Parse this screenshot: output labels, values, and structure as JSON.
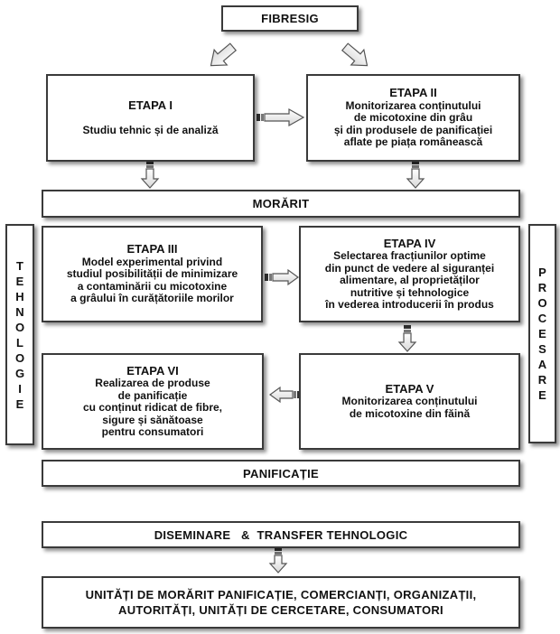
{
  "top": {
    "title": "FIBRESIG"
  },
  "etapa1": {
    "header": "ETAPA I",
    "text": "Studiu tehnic și de analiză"
  },
  "etapa2": {
    "header": "ETAPA II",
    "text": "Monitorizarea conținutului\nde micotoxine din grâu\nși din produsele de panificației\naflate pe piața românească"
  },
  "band_morarit": "MORĂRIT",
  "etapa3": {
    "header": "ETAPA III",
    "text": "Model experimental  privind\nstudiul posibilității de minimizare\na contaminării cu micotoxine\na grâului în curățătoriile morilor"
  },
  "etapa4": {
    "header": "ETAPA IV",
    "text": "Selectarea fracțiunilor  optime\ndin punct de vedere  al siguranței\nalimentare, al proprietăților\nnutritive și tehnologice\nîn vederea introducerii în produs"
  },
  "etapa5": {
    "header": "ETAPA V",
    "text": "Monitorizarea conținutului\nde micotoxine din făină"
  },
  "etapa6": {
    "header": "ETAPA VI",
    "text": "Realizarea de produse\nde panificație\ncu conținut ridicat de fibre,\nsigure și sănătoase\npentru consumatori"
  },
  "side_left": [
    "T",
    "E",
    "H",
    "N",
    "O",
    "L",
    "O",
    "G",
    "I",
    "E"
  ],
  "side_right": [
    "P",
    "R",
    "O",
    "C",
    "E",
    "S",
    "A",
    "R",
    "E"
  ],
  "band_panificatie": "PANIFICAȚIE",
  "band_diseminare": "DISEMINARE   &  TRANSFER TEHNOLOGIC",
  "bottom": {
    "line1": "UNITĂȚI DE MORĂRIT PANIFICAȚIE, COMERCIANȚI, ORGANIZAȚII,",
    "line2": "AUTORITĂȚI, UNITĂȚI DE CERCETARE, CONSUMATORI"
  },
  "colors": {
    "border": "#3a3a3a",
    "arrow_fill": "#f2f2f2",
    "arrow_stroke": "#555555"
  }
}
